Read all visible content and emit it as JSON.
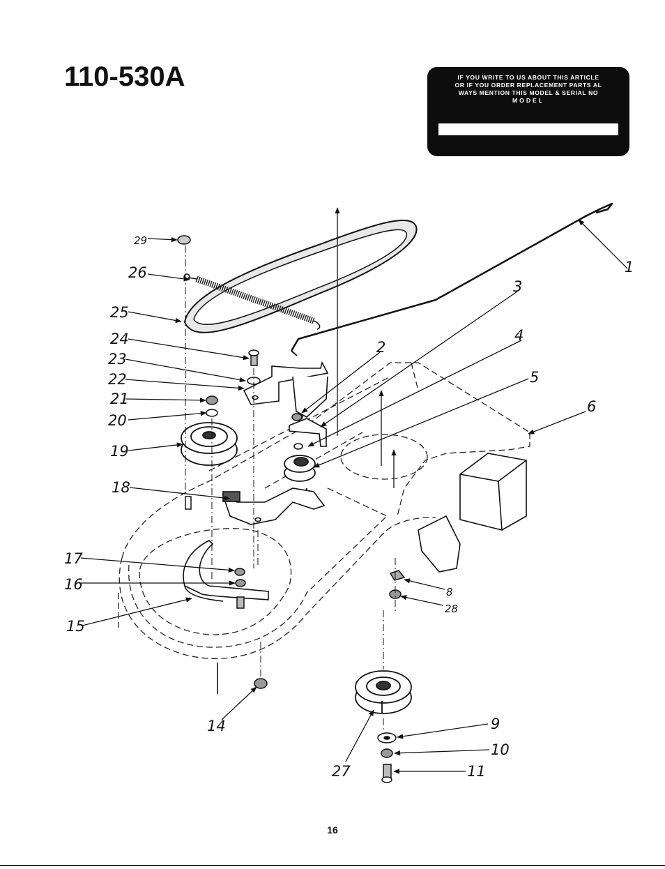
{
  "page": {
    "model_title": "110-530A",
    "page_number": "16"
  },
  "notice": {
    "lines": [
      "IF YOU WRITE TO US ABOUT THIS ARTICLE",
      "OR IF YOU ORDER REPLACEMENT PARTS AL",
      "WAYS MENTION THIS MODEL & SERIAL NO",
      "MODEL"
    ]
  },
  "callouts": {
    "c1": "1",
    "c2": "2",
    "c3": "3",
    "c4": "4",
    "c5": "5",
    "c6": "6",
    "c8": "8",
    "c9": "9",
    "c10": "10",
    "c11": "11",
    "c14": "14",
    "c15": "15",
    "c16": "16",
    "c17": "17",
    "c18": "18",
    "c19": "19",
    "c20": "20",
    "c21": "21",
    "c22": "22",
    "c23": "23",
    "c24": "24",
    "c25": "25",
    "c26": "26",
    "c27": "27",
    "c28": "28",
    "c29": "29"
  }
}
